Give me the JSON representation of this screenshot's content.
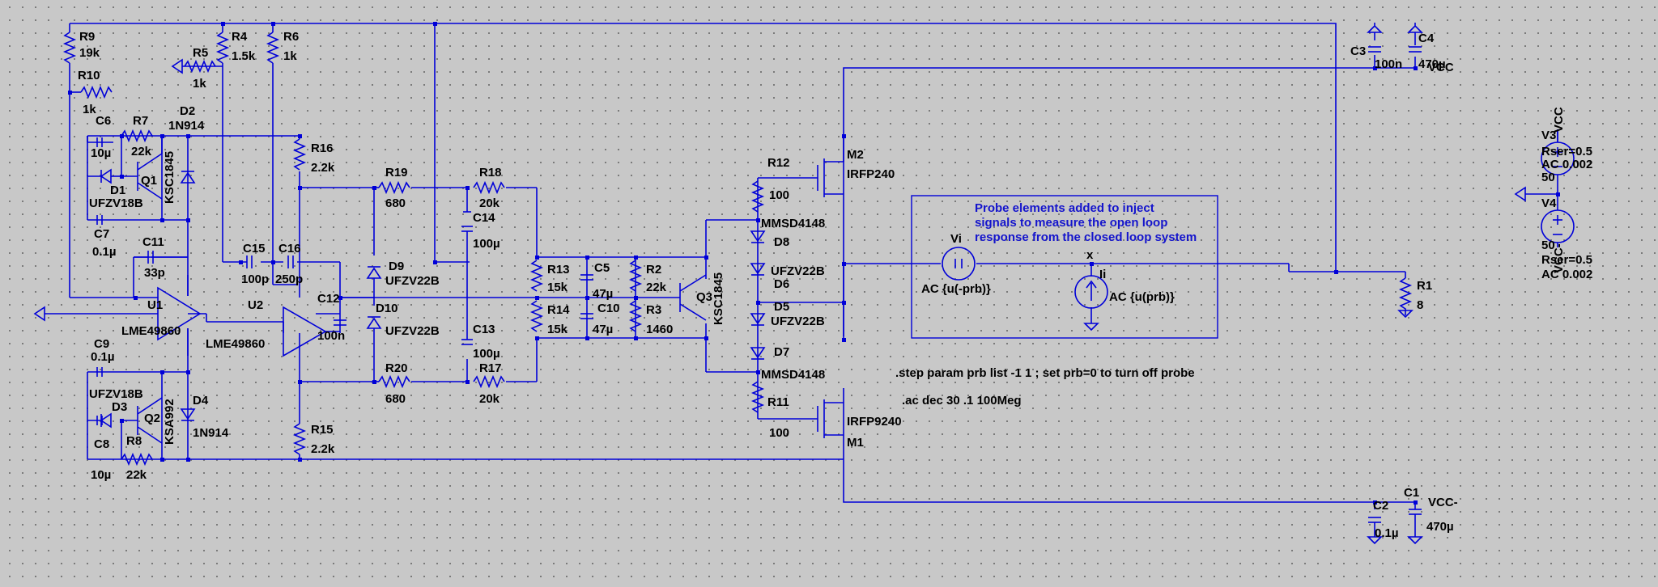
{
  "components": [
    {
      "id": "R9",
      "ref": "R9",
      "value": "19k"
    },
    {
      "id": "R10",
      "ref": "R10",
      "value": "1k"
    },
    {
      "id": "R5",
      "ref": "R5",
      "value": "1k"
    },
    {
      "id": "R4",
      "ref": "R4",
      "value": "1.5k"
    },
    {
      "id": "R6",
      "ref": "R6",
      "value": "1k"
    },
    {
      "id": "R7",
      "ref": "R7",
      "value": "22k"
    },
    {
      "id": "R8",
      "ref": "R8",
      "value": "22k"
    },
    {
      "id": "R16",
      "ref": "R16",
      "value": "2.2k"
    },
    {
      "id": "R15",
      "ref": "R15",
      "value": "2.2k"
    },
    {
      "id": "R19",
      "ref": "R19",
      "value": "680"
    },
    {
      "id": "R20",
      "ref": "R20",
      "value": "680"
    },
    {
      "id": "R18",
      "ref": "R18",
      "value": "20k"
    },
    {
      "id": "R17",
      "ref": "R17",
      "value": "20k"
    },
    {
      "id": "R13",
      "ref": "R13",
      "value": "15k"
    },
    {
      "id": "R14",
      "ref": "R14",
      "value": "15k"
    },
    {
      "id": "R2",
      "ref": "R2",
      "value": "22k"
    },
    {
      "id": "R3",
      "ref": "R3",
      "value": "1460"
    },
    {
      "id": "R12",
      "ref": "R12",
      "value": "100"
    },
    {
      "id": "R11",
      "ref": "R11",
      "value": "100"
    },
    {
      "id": "R1",
      "ref": "R1",
      "value": "8"
    },
    {
      "id": "C6",
      "ref": "C6",
      "value": "10µ"
    },
    {
      "id": "C7",
      "ref": "C7",
      "value": "0.1µ"
    },
    {
      "id": "C11",
      "ref": "C11",
      "value": "33p"
    },
    {
      "id": "C15",
      "ref": "C15",
      "value": "100p"
    },
    {
      "id": "C16",
      "ref": "C16",
      "value": "250p"
    },
    {
      "id": "C12",
      "ref": "C12",
      "value": "100n"
    },
    {
      "id": "C9",
      "ref": "C9",
      "value": "0.1µ"
    },
    {
      "id": "C8",
      "ref": "C8",
      "value": "10µ"
    },
    {
      "id": "C14",
      "ref": "C14",
      "value": "100µ"
    },
    {
      "id": "C13",
      "ref": "C13",
      "value": "100µ"
    },
    {
      "id": "C5",
      "ref": "C5",
      "value": "47µ"
    },
    {
      "id": "C10",
      "ref": "C10",
      "value": "47µ"
    },
    {
      "id": "C3",
      "ref": "C3",
      "value": "100n"
    },
    {
      "id": "C4",
      "ref": "C4",
      "value": "470µ"
    },
    {
      "id": "C2",
      "ref": "C2",
      "value": "0.1µ"
    },
    {
      "id": "C1",
      "ref": "C1",
      "value": "470µ"
    },
    {
      "id": "D1",
      "ref": "D1",
      "value": "UFZV18B"
    },
    {
      "id": "D2",
      "ref": "D2",
      "value": "1N914"
    },
    {
      "id": "D3",
      "ref": "D3",
      "value": "UFZV18B"
    },
    {
      "id": "D4",
      "ref": "D4",
      "value": "1N914"
    },
    {
      "id": "D9",
      "ref": "D9",
      "value": "UFZV22B"
    },
    {
      "id": "D10",
      "ref": "D10",
      "value": "UFZV22B"
    },
    {
      "id": "D8",
      "ref": "D8",
      "value": "MMSD4148"
    },
    {
      "id": "D6",
      "ref": "D6",
      "value": "UFZV22B"
    },
    {
      "id": "D5",
      "ref": "D5",
      "value": "UFZV22B"
    },
    {
      "id": "D7",
      "ref": "D7",
      "value": "MMSD4148"
    },
    {
      "id": "Q1",
      "ref": "Q1",
      "value": "KSC1845"
    },
    {
      "id": "Q2",
      "ref": "Q2",
      "value": "KSA992"
    },
    {
      "id": "Q3",
      "ref": "Q3",
      "value": "KSC1845"
    },
    {
      "id": "U1",
      "ref": "U1",
      "value": "LME49860"
    },
    {
      "id": "U2",
      "ref": "U2",
      "value": "LME49860"
    },
    {
      "id": "M2",
      "ref": "M2",
      "value": "IRFP240"
    },
    {
      "id": "M1",
      "ref": "M1",
      "value": "IRFP9240"
    },
    {
      "id": "V3",
      "ref": "V3",
      "value": "50",
      "rser": "Rser=0.5",
      "ac": "AC 0.002"
    },
    {
      "id": "V4",
      "ref": "V4",
      "value": "50",
      "rser": "Rser=0.5",
      "ac": "AC 0.002"
    },
    {
      "id": "Vi",
      "ref": "Vi",
      "value": "AC {u(-prb)}"
    },
    {
      "id": "Ii",
      "ref": "Ii",
      "value": "AC {u(prb)}"
    }
  ],
  "nets": {
    "vcc": "VCC",
    "vcc_neg": "VCC-",
    "x": "x"
  },
  "probe_note": [
    "Probe elements added to  inject",
    "signals to measure the open loop",
    "response from the closed loop system"
  ],
  "directives": [
    ".step param prb list -1 1 ; set prb=0 to turn off probe",
    ".ac dec 30 .1 100Meg"
  ],
  "colors": {
    "background": "#c8c8c8",
    "wire": "#0000d8",
    "label": "#000000",
    "comment": "#1414cc"
  }
}
